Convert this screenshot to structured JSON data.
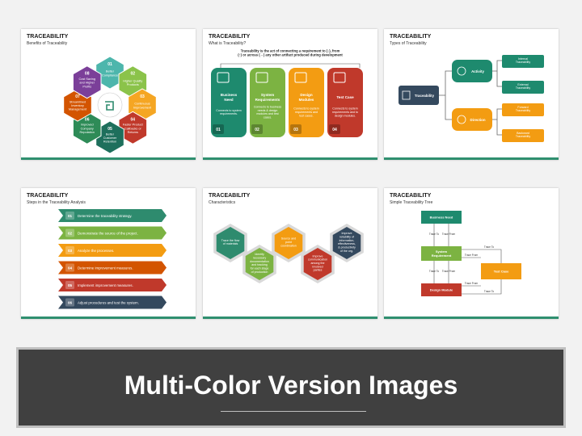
{
  "slides": [
    {
      "title": "TRACEABILITY",
      "subtitle": "Benefits of Traceability",
      "petals": [
        {
          "num": "01",
          "label": "Better Compliance",
          "color": "#4db6ac"
        },
        {
          "num": "02",
          "label": "Higher Quality Products",
          "color": "#8bc34a"
        },
        {
          "num": "03",
          "label": "Continuous Improvement",
          "color": "#f5a623"
        },
        {
          "num": "04",
          "label": "Faster Product Callbacks or Returns",
          "color": "#c0392b"
        },
        {
          "num": "05",
          "label": "Better Customer Retention",
          "color": "#1e6f5c"
        },
        {
          "num": "06",
          "label": "Improved Company Reputation",
          "color": "#2e8b57"
        },
        {
          "num": "07",
          "label": "Streamlined Inventory Management",
          "color": "#d35400"
        },
        {
          "num": "08",
          "label": "Cost Saving and Higher Profits",
          "color": "#7b3f99"
        }
      ]
    },
    {
      "title": "TRACEABILITY",
      "subtitle": "What is Traceability?",
      "definition": "Traceability is the act of connecting a requirement to (↓), from (↑) or across (↔) any other artifact produced during development",
      "cards": [
        {
          "num": "01",
          "title": "Business Need",
          "text": "Connects to system requirements.",
          "color": "#1e8a6e"
        },
        {
          "num": "02",
          "title": "System Requirements",
          "text": "Connects to business needs & design modules and test cases.",
          "color": "#7cb342"
        },
        {
          "num": "03",
          "title": "Design Modules",
          "text": "Connects to system requirements and test cases.",
          "color": "#f39c12"
        },
        {
          "num": "04",
          "title": "Test Case",
          "text": "Connects to system requirements and to design modules.",
          "color": "#c0392b"
        }
      ]
    },
    {
      "title": "TRACEABILITY",
      "subtitle": "Types of Traceability",
      "root": "Traceability",
      "branches": [
        {
          "label": "Activity",
          "color": "#1e8a6e",
          "leaves": [
            "Internal Traceability",
            "External Traceability"
          ]
        },
        {
          "label": "Direction",
          "color": "#f39c12",
          "leaves": [
            "Forward Traceability",
            "Backward Traceability"
          ]
        }
      ]
    },
    {
      "title": "TRACEABILITY",
      "subtitle": "Steps in the Traceability Analysis",
      "steps": [
        {
          "num": "01",
          "text": "Determine the traceability strategy.",
          "color": "#2e8b6e"
        },
        {
          "num": "02",
          "text": "Demonstrate the source of the project.",
          "color": "#7cb342"
        },
        {
          "num": "03",
          "text": "Analyze the processes.",
          "color": "#f39c12"
        },
        {
          "num": "04",
          "text": "Determine improvement measures.",
          "color": "#d35400"
        },
        {
          "num": "05",
          "text": "Implement improvement measures.",
          "color": "#c0392b"
        },
        {
          "num": "06",
          "text": "Adjust procedures and test the system.",
          "color": "#34495e"
        }
      ]
    },
    {
      "title": "TRACEABILITY",
      "subtitle": "Characteristics",
      "hexes": [
        {
          "text": "Trace the flow of materials",
          "color": "#2e8b6e"
        },
        {
          "text": "Identify necessary documentation and tracking for each stage of production",
          "color": "#7cb342"
        },
        {
          "text": "Source and point coordination",
          "color": "#f39c12"
        },
        {
          "text": "Improve communication among the involved parties",
          "color": "#c0392b"
        },
        {
          "text": "Improve reliability of information, effectiveness, & productivity of the org.",
          "color": "#34495e"
        }
      ]
    },
    {
      "title": "TRACEABILITY",
      "subtitle": "Simple Traceability Tree",
      "nodes": {
        "business": {
          "label": "Business Need",
          "color": "#1e8a6e"
        },
        "system": {
          "label": "System Requirement",
          "color": "#7cb342"
        },
        "design": {
          "label": "Design Module",
          "color": "#c0392b"
        },
        "test": {
          "label": "Test Case",
          "color": "#f39c12"
        }
      },
      "edge_labels": {
        "trace_to": "Trace To",
        "trace_from": "Trace From"
      }
    }
  ],
  "banner": {
    "text": "Multi-Color Version Images"
  }
}
